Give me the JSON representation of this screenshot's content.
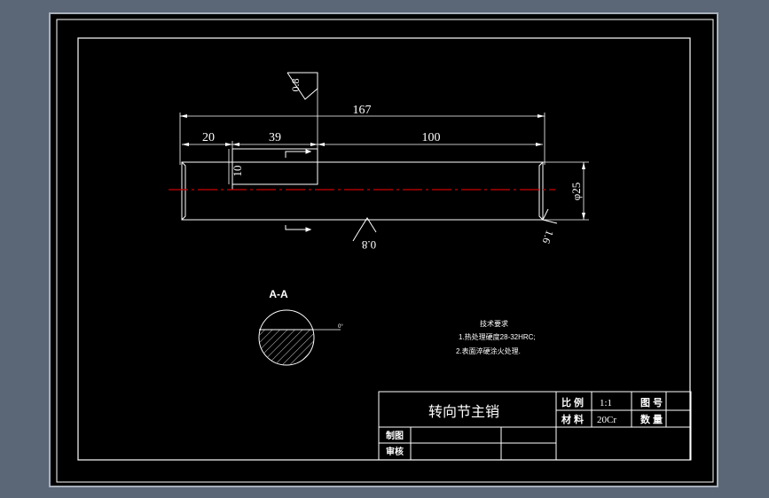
{
  "drawing": {
    "dimensions": {
      "overall_length": "167",
      "left_segment": "20",
      "flat_segment": "39",
      "right_segment": "100",
      "flat_depth": "10",
      "diameter": "φ25"
    },
    "surface_finish": {
      "top": "0.8",
      "bottom": "0.8",
      "right": "1.6"
    },
    "section": {
      "label": "A-A",
      "angle_note": "0°"
    },
    "technical_requirements": {
      "title": "技术要求",
      "items": [
        "1.热处理硬度28-32HRC;",
        "2.表面淬硬涂火处理."
      ]
    },
    "title_block": {
      "part_name": "转向节主销",
      "scale_label": "比例",
      "scale_value": "1:1",
      "drawing_no_label": "图号",
      "material_label": "材料",
      "material_value": "20Cr",
      "quantity_label": "数量",
      "drawn_by_label": "制图",
      "checked_by_label": "审核"
    }
  },
  "colors": {
    "workspace": "#5b6777",
    "paper": "#000000",
    "lines": "#ffffff",
    "centerline": "#cc0000"
  }
}
